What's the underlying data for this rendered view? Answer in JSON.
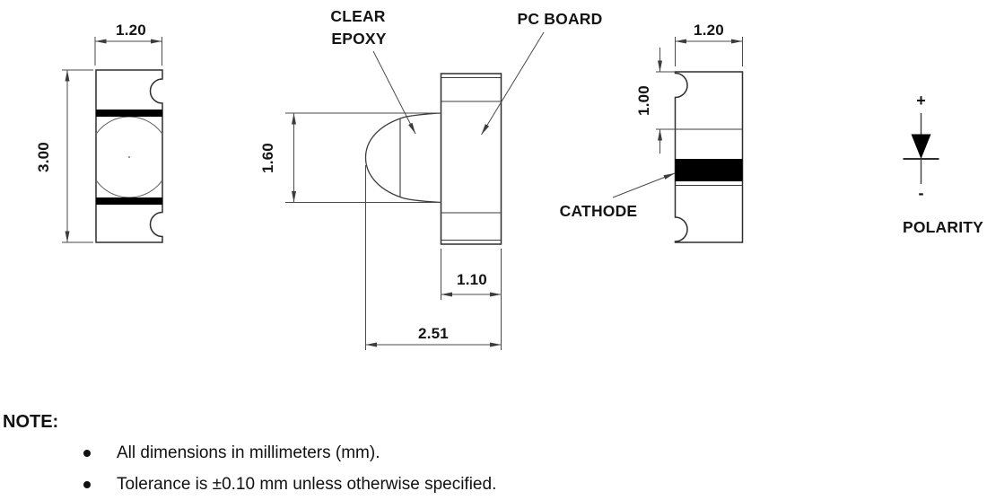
{
  "drawing": {
    "front_view": {
      "width_dim": "1.20",
      "height_dim": "3.00"
    },
    "side_view": {
      "epoxy_label_line1": "CLEAR",
      "epoxy_label_line2": "EPOXY",
      "pc_board_label": "PC BOARD",
      "epoxy_height_dim": "1.60",
      "board_thickness_dim": "1.10",
      "overall_depth_dim": "2.51"
    },
    "back_view": {
      "width_dim": "1.20",
      "cathode_offset_dim": "1.00",
      "cathode_label": "CATHODE"
    },
    "polarity": {
      "plus_sign": "+",
      "minus_sign": "-",
      "label": "POLARITY"
    }
  },
  "note": {
    "heading": "NOTE:",
    "items": [
      "All dimensions in millimeters (mm).",
      "Tolerance is ±0.10 mm unless otherwise specified."
    ]
  },
  "colors": {
    "line": "#2e2e2e",
    "dimension_line": "#4a4a4a",
    "cathode_band": "#000000",
    "background": "#ffffff"
  }
}
